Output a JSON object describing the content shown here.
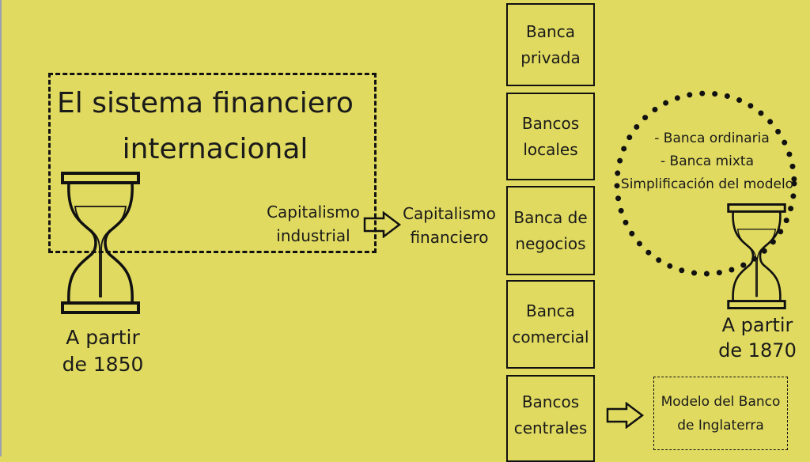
{
  "title": {
    "line1": "El sistema financiero",
    "line2": "internacional"
  },
  "left_date": {
    "line1": "A partir",
    "line2": "de 1850"
  },
  "capitalismo_industrial": {
    "line1": "Capitalismo",
    "line2": "industrial"
  },
  "capitalismo_financiero": {
    "line1": "Capitalismo",
    "line2": "financiero"
  },
  "banks": [
    {
      "line1": "Banca",
      "line2": "privada"
    },
    {
      "line1": "Bancos",
      "line2": "locales"
    },
    {
      "line1": "Banca de",
      "line2": "negocios"
    },
    {
      "line1": "Banca",
      "line2": "comercial"
    },
    {
      "line1": "Bancos",
      "line2": "centrales"
    }
  ],
  "circle_items": [
    "- Banca ordinaria",
    "- Banca mixta",
    "Simplificación del modelo"
  ],
  "right_date": {
    "line1": "A partir",
    "line2": "de 1870"
  },
  "england_model": {
    "line1": "Modelo del Banco",
    "line2": "de Inglaterra"
  },
  "colors": {
    "background": "#e0da60",
    "ink": "#111111"
  }
}
